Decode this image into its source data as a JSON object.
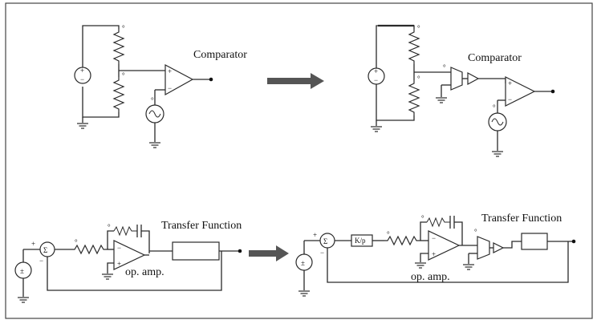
{
  "labels": {
    "comparator_1": "Comparator",
    "comparator_2": "Comparator",
    "transfer_function_1": "Transfer Function",
    "transfer_function_2": "Transfer Function",
    "op_amp_1": "op. amp.",
    "op_amp_2": "op. amp."
  },
  "symbols": {
    "plus": "+",
    "minus": "−",
    "sigma": "Σ",
    "pm": "±",
    "kp": "K/p"
  },
  "colors": {
    "background": "#ffffff",
    "wire": "#2a2a2a",
    "arrow": "#555555",
    "frame": "#444444"
  }
}
